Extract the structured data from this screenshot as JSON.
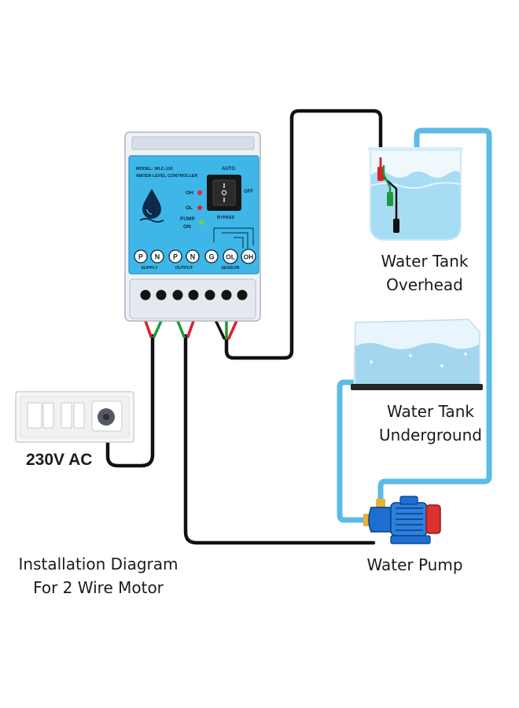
{
  "labels": {
    "tank_overhead": [
      "Water Tank",
      "Overhead"
    ],
    "tank_underground": [
      "Water Tank",
      "Underground"
    ],
    "pump": "Water Pump",
    "supply": "230V AC",
    "install": [
      "Installation Diagram",
      "For 2 Wire Motor"
    ]
  },
  "controller": {
    "model": "MODEL: WLC-110",
    "name": "WATER LEVEL CONTROLLER",
    "auto": "AUTO",
    "off": "OFF",
    "bypass": "BYPASS",
    "oh": "OH",
    "ol": "OL",
    "pump": "PUMP",
    "on": "ON",
    "terminals": [
      "P",
      "N",
      "P",
      "N",
      "G",
      "OL",
      "OH"
    ],
    "groups": [
      "SUPPLY",
      "OUTPUT",
      "SENSOR"
    ]
  },
  "colors": {
    "controller_face": "#3fb6e8",
    "pipe": "#5bbbe6",
    "wire": "#111111",
    "wire_red": "#d6232a",
    "wire_green": "#1f9a3a"
  }
}
